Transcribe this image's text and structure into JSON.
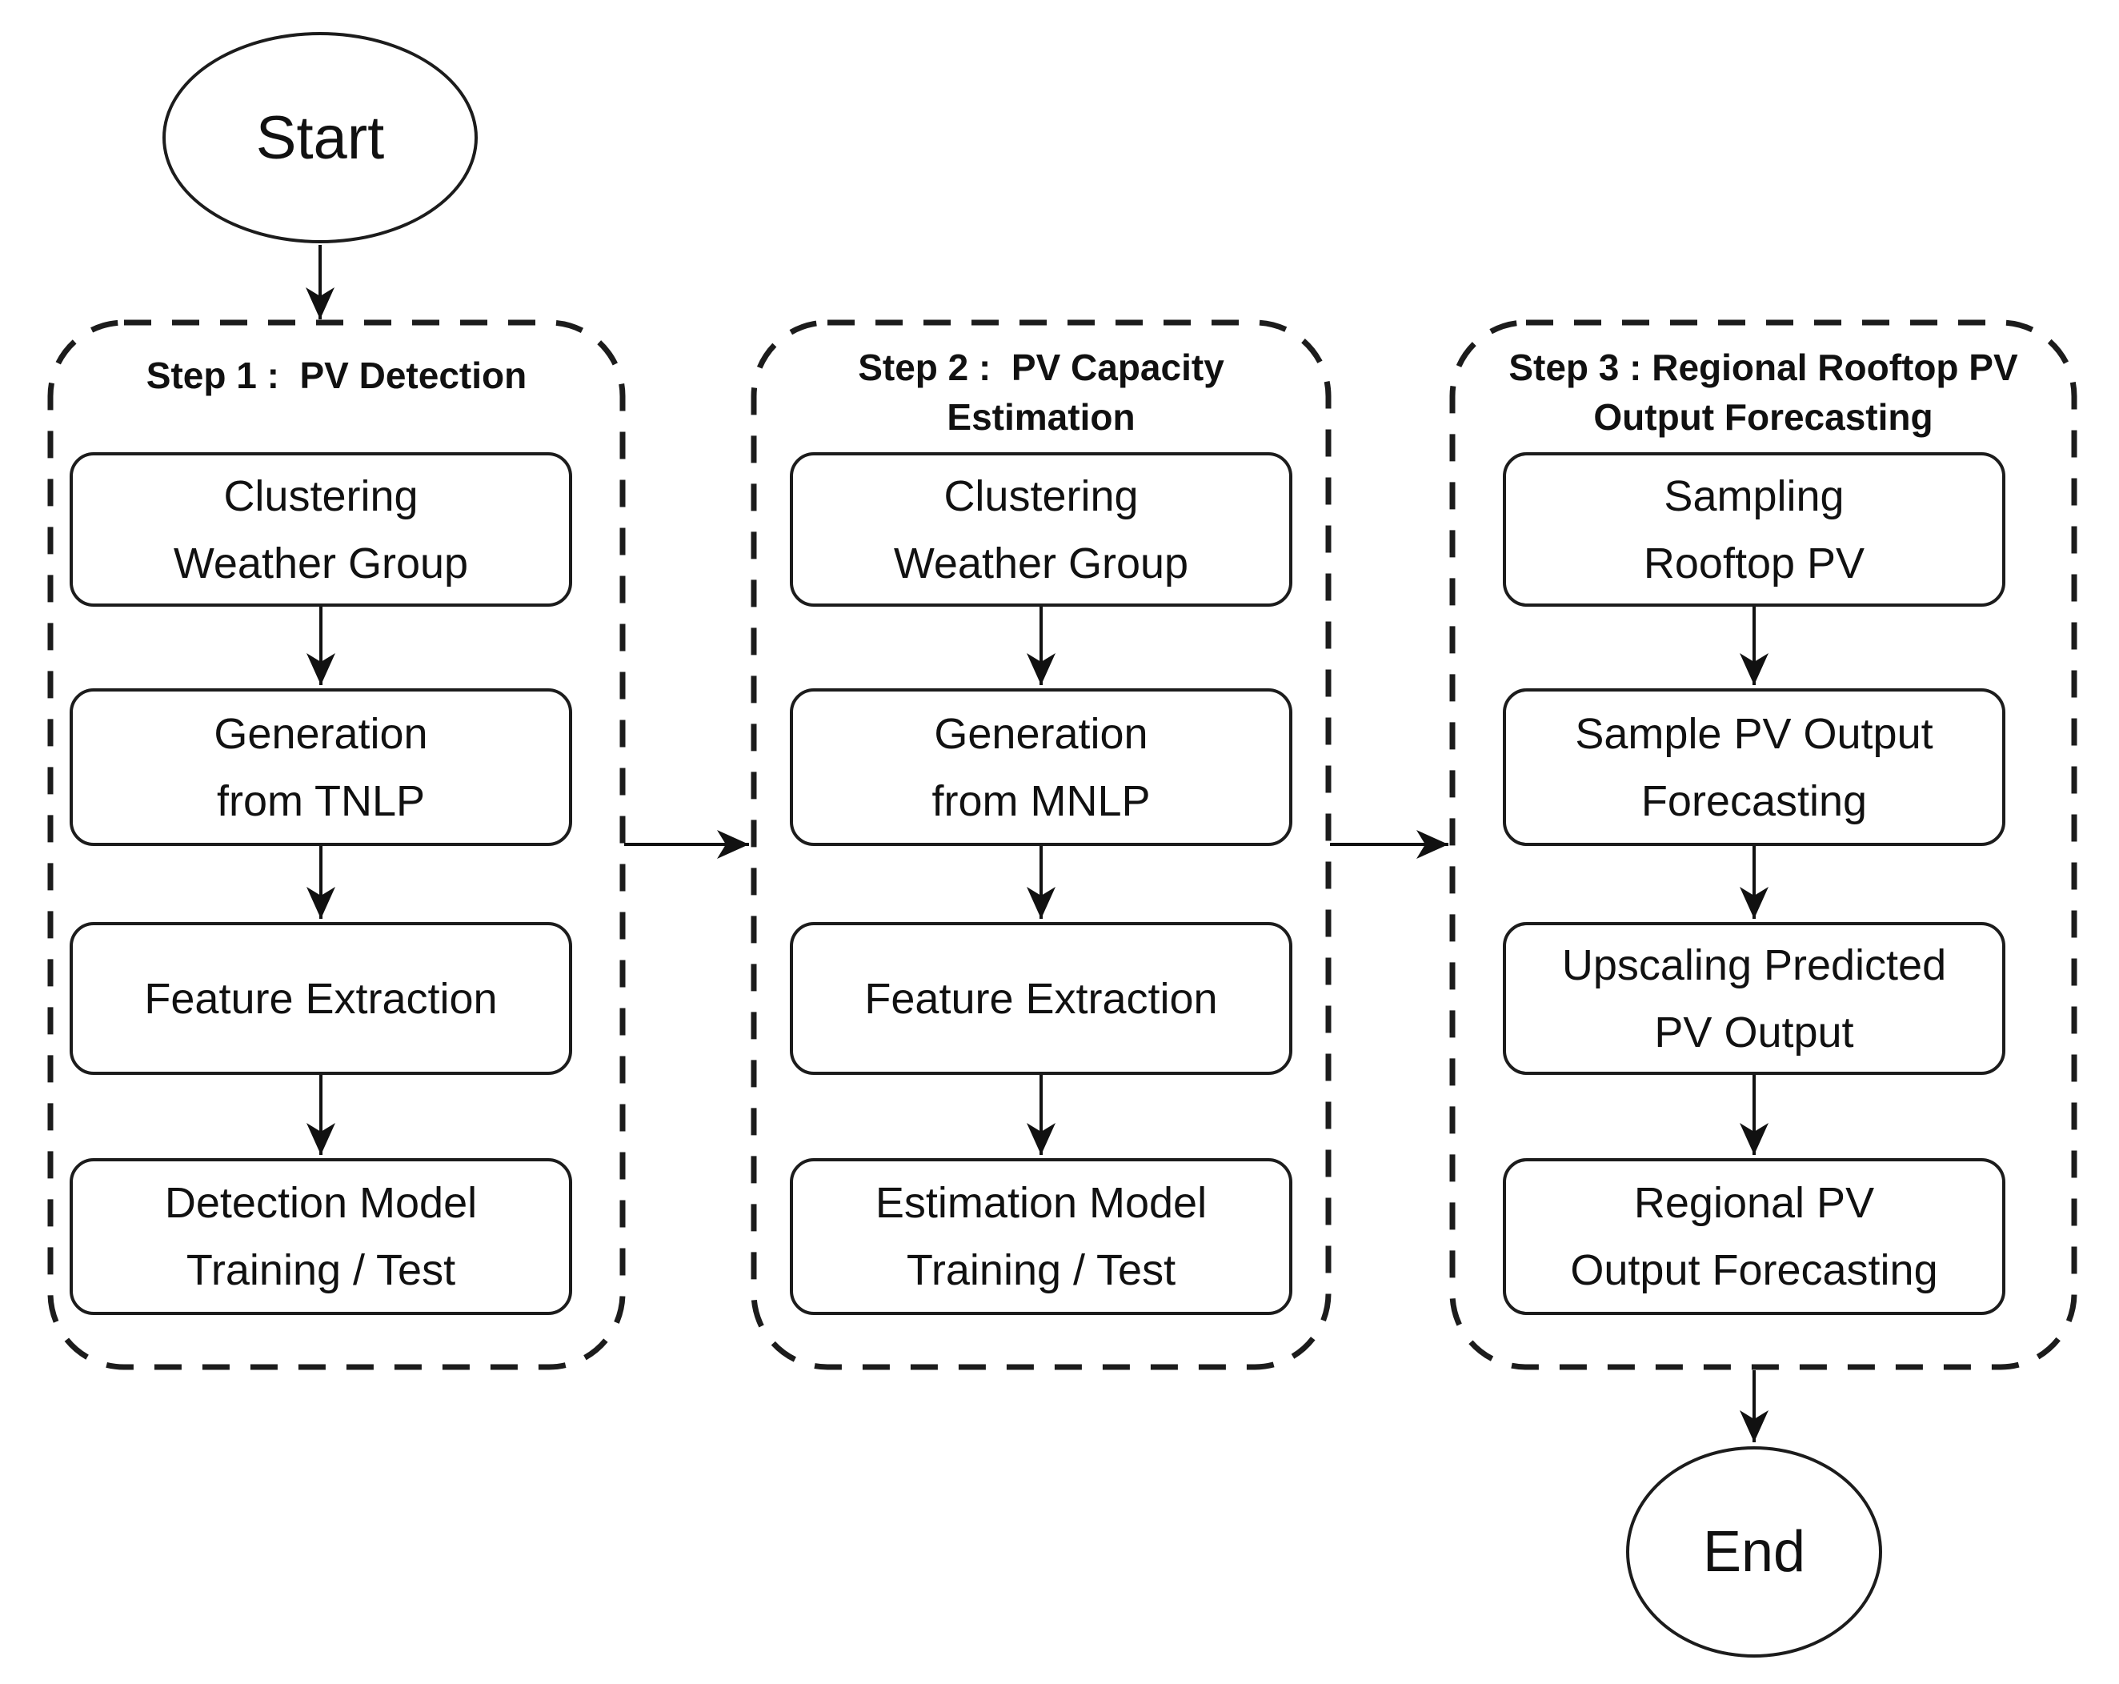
{
  "diagram": {
    "start": {
      "label": "Start"
    },
    "end": {
      "label": "End"
    },
    "steps": [
      {
        "title": "Step 1 :  PV Detection",
        "boxes": [
          "Clustering\nWeather Group",
          "Generation\nfrom TNLP",
          "Feature Extraction",
          "Detection Model\nTraining / Test"
        ]
      },
      {
        "title": "Step 2 :  PV Capacity\nEstimation",
        "boxes": [
          "Clustering\nWeather Group",
          "Generation\nfrom MNLP",
          "Feature Extraction",
          "Estimation Model\nTraining / Test"
        ]
      },
      {
        "title": "Step 3 : Regional Rooftop PV\nOutput Forecasting",
        "boxes": [
          "Sampling\nRooftop PV",
          "Sample PV Output\nForecasting",
          "Upscaling Predicted\nPV Output",
          "Regional PV\nOutput Forecasting"
        ]
      }
    ],
    "colors": {
      "ink": "#1c1c1c",
      "background": "#ffffff"
    }
  }
}
